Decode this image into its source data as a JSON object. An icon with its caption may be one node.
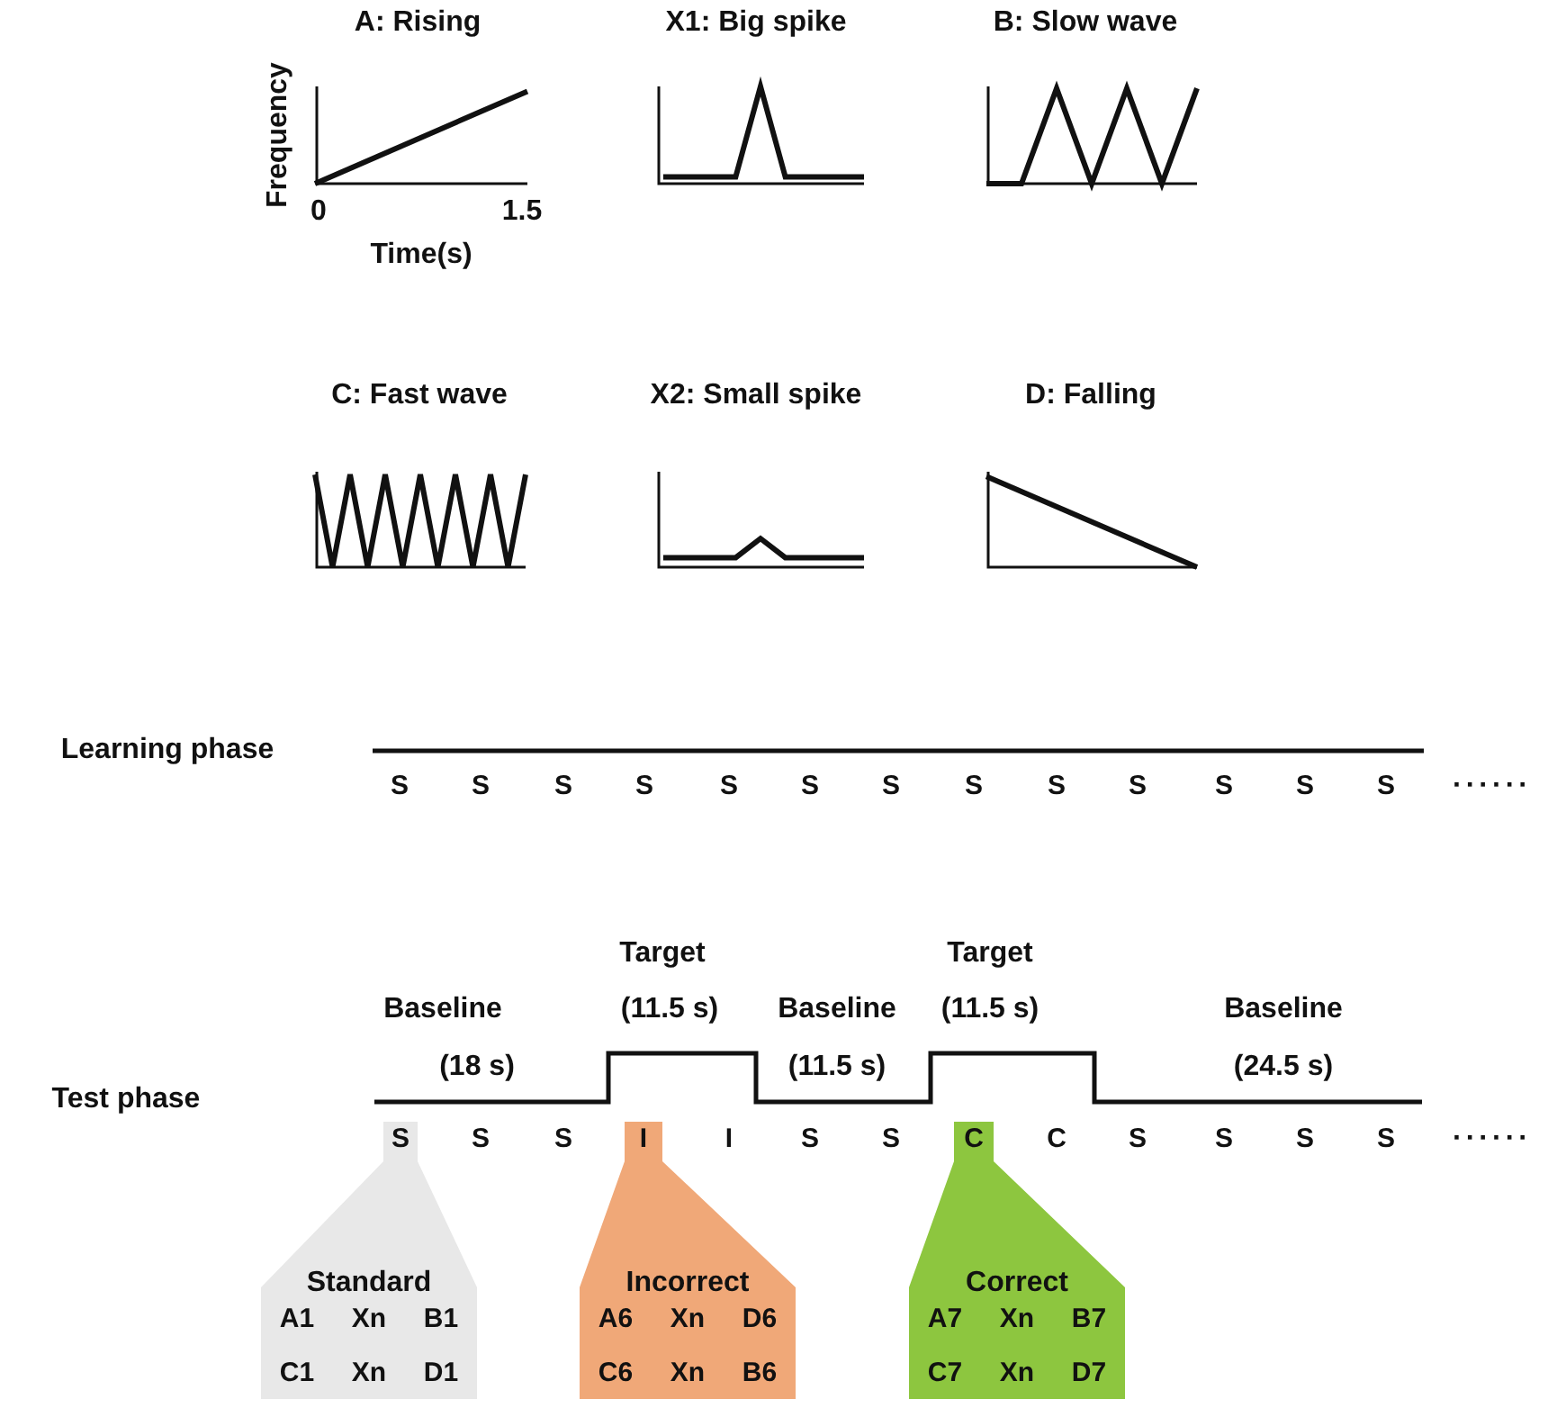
{
  "diagram": {
    "nodes": [
      {
        "text": [
          "S",
          "Standard",
          "A1",
          "Xn",
          "B1",
          "C1",
          "Xn",
          "D1"
        ]
      },
      {
        "text": [
          "I",
          "Incorrect",
          "A6",
          "Xn",
          "D6",
          "C6",
          "Xn",
          "B6"
        ]
      },
      {
        "text": [
          "C",
          "Correct",
          "A7",
          "Xn",
          "B7",
          "C7",
          "Xn",
          "D7"
        ]
      }
    ],
    "labels": [
      "A: Rising",
      "Frequency",
      "0",
      "1.5",
      "Time(s)",
      "X1: Big spike",
      "B: Slow wave",
      "C: Fast wave",
      "X2: Small spike",
      "D: Falling",
      "Learning phase",
      "S",
      "S",
      "S",
      "S",
      "S",
      "S",
      "S",
      "S",
      "S",
      "S",
      "S",
      "S",
      "S",
      "······",
      "Target",
      "Target",
      "Baseline",
      "(11.5 s)",
      "Baseline",
      "(11.5 s)",
      "Baseline",
      "(18 s)",
      "(11.5 s)",
      "(24.5 s)",
      "Test phase",
      "S",
      "S",
      "I",
      "S",
      "S",
      "C",
      "S",
      "S",
      "S",
      "S",
      "······"
    ]
  }
}
